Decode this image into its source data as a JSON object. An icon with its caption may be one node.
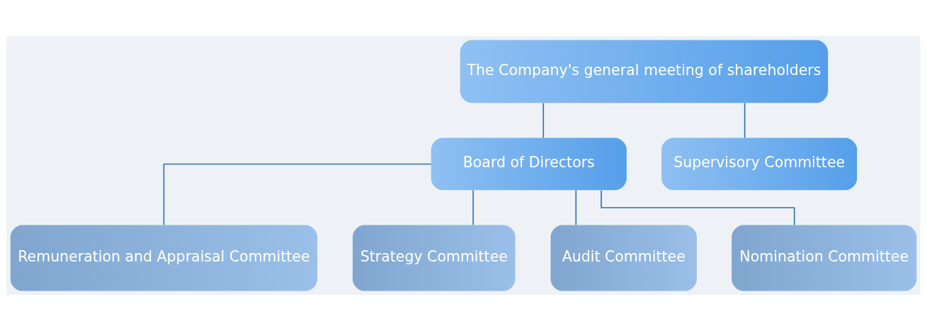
{
  "diagram": {
    "nodes": [
      {
        "text": [
          "The Company's general meeting of shareholders"
        ]
      },
      {
        "text": [
          "Board of Directors"
        ]
      },
      {
        "text": [
          "Supervisory Committee"
        ]
      },
      {
        "text": [
          "Remuneration and Appraisal Committee"
        ]
      },
      {
        "text": [
          "Strategy Committee"
        ]
      },
      {
        "text": [
          "Audit Committee"
        ]
      },
      {
        "text": [
          "Nomination Committee"
        ]
      }
    ],
    "edges": [
      {
        "from": 0,
        "to": 1,
        "arrow": "none"
      },
      {
        "from": 0,
        "to": 2,
        "arrow": "none"
      },
      {
        "from": 1,
        "to": 3,
        "arrow": "none"
      },
      {
        "from": 1,
        "to": 4,
        "arrow": "none"
      },
      {
        "from": 1,
        "to": 5,
        "arrow": "none"
      },
      {
        "from": 1,
        "to": 6,
        "arrow": "none"
      }
    ]
  }
}
